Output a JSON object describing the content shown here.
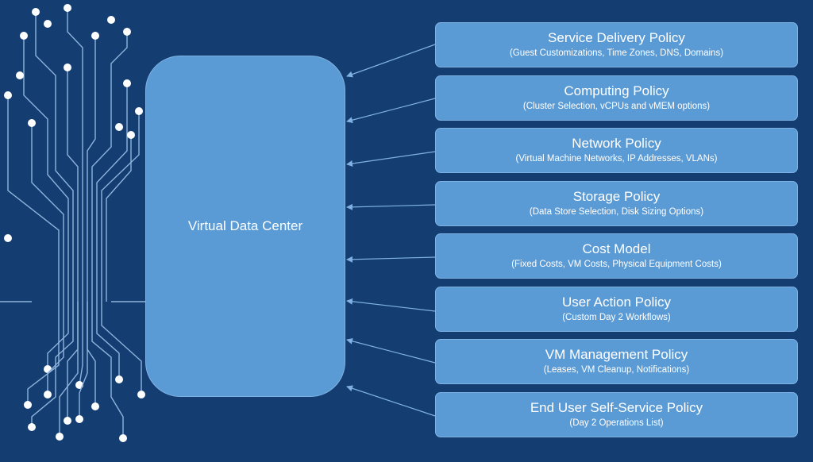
{
  "center": {
    "label": "Virtual Data Center"
  },
  "policies": [
    {
      "title": "Service Delivery Policy",
      "subtitle": "(Guest Customizations, Time Zones, DNS, Domains)"
    },
    {
      "title": "Computing Policy",
      "subtitle": "(Cluster Selection, vCPUs and vMEM options)"
    },
    {
      "title": "Network Policy",
      "subtitle": "(Virtual Machine Networks, IP Addresses, VLANs)"
    },
    {
      "title": "Storage Policy",
      "subtitle": "(Data Store Selection, Disk Sizing Options)"
    },
    {
      "title": "Cost Model",
      "subtitle": "(Fixed Costs, VM Costs, Physical Equipment Costs)"
    },
    {
      "title": "User Action Policy",
      "subtitle": "(Custom Day 2 Workflows)"
    },
    {
      "title": "VM Management Policy",
      "subtitle": "(Leases, VM Cleanup, Notifications)"
    },
    {
      "title": "End User Self-Service Policy",
      "subtitle": "(Day 2 Operations List)"
    }
  ],
  "colors": {
    "background": "#143d72",
    "box_fill": "#5b9bd5",
    "arrow": "#7fb2e3",
    "circuit": "#8fb4dc"
  }
}
